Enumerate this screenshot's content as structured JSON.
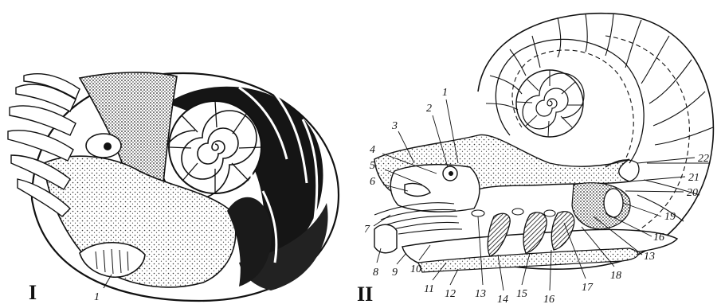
{
  "figure_I": {
    "numeral": "I",
    "labels": [
      "1"
    ]
  },
  "figure_II": {
    "numeral": "II",
    "labels": [
      "1",
      "2",
      "3",
      "4",
      "5",
      "6",
      "7",
      "8",
      "9",
      "10",
      "11",
      "12",
      "13",
      "14",
      "15",
      "16",
      "17",
      "18",
      "13",
      "16",
      "19",
      "20",
      "21",
      "22"
    ]
  },
  "colors": {
    "ink": "#111111",
    "paper": "#ffffff",
    "stipple": "#555555"
  }
}
